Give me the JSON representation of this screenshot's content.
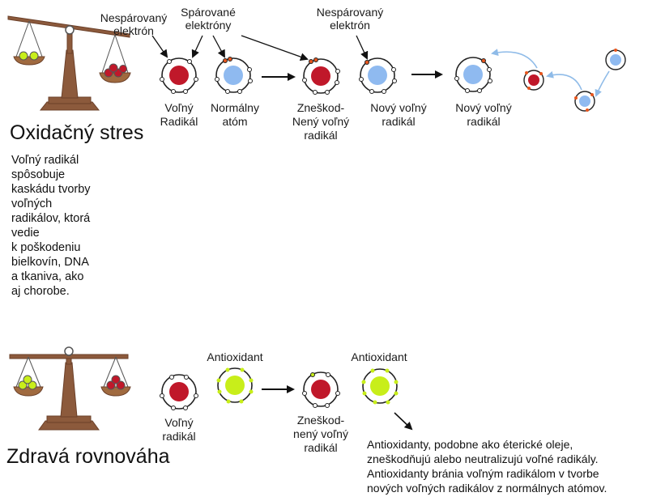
{
  "oxidative": {
    "heading": "Oxidačný stres",
    "description_lines": [
      "Voľný radikál",
      "spôsobuje",
      "kaskádu tvorby",
      "voľných",
      "radikálov, ktorá",
      "vedie",
      "k poškodeniu",
      "bielkovín, DNA",
      "a tkaniva, ako",
      "aj chorobe."
    ],
    "callouts": {
      "unpaired_1": [
        "Nespárovaný",
        "elektrón"
      ],
      "paired": [
        "Spárované",
        "elektróny"
      ],
      "unpaired_2": [
        "Nespárovaný",
        "elektrón"
      ]
    },
    "atoms": {
      "free_radical": [
        "Voľný",
        "Radikál"
      ],
      "normal_atom": [
        "Normálny",
        "atóm"
      ],
      "neutralized": [
        "Zneškod-",
        "Nený voľný",
        "radikál"
      ],
      "new_radical_1": [
        "Nový voľný",
        "radikál"
      ],
      "new_radical_2": [
        "Nový voľný",
        "radikál"
      ]
    }
  },
  "balance": {
    "heading": "Zdravá rovnováha",
    "antioxidant_1": "Antioxidant",
    "antioxidant_2": "Antioxidant",
    "free_radical": [
      "Voľný",
      "radikál"
    ],
    "neutralized": [
      "Zneškod-",
      "nený voľný",
      "radikál"
    ],
    "note_lines": [
      "Antioxidanty, podobne ako éterické oleje,",
      "zneškodňujú alebo neutralizujú voľné radikály.",
      "Antioxidanty bránia voľným radikálom v tvorbe",
      "nových voľných radikálov z normálnych atómov."
    ]
  },
  "colors": {
    "radical_core": "#c0182a",
    "atom_core": "#8fbaf0",
    "antioxidant_core": "#c8ee1a",
    "scale_wood": "#8c5a3c",
    "unpaired_electron": "#e8561e",
    "antioxidant_electron": "#c8ee1a",
    "cascade_arrow": "#8fbbe8"
  }
}
